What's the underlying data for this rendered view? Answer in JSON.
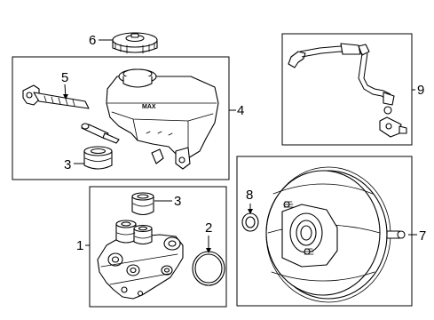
{
  "callouts": {
    "c1": "1",
    "c2": "2",
    "c3a": "3",
    "c3b": "3",
    "c4": "4",
    "c5": "5",
    "c6": "6",
    "c7": "7",
    "c8": "8",
    "c9": "9"
  },
  "reservoir": {
    "embossed_text": "MAX"
  }
}
